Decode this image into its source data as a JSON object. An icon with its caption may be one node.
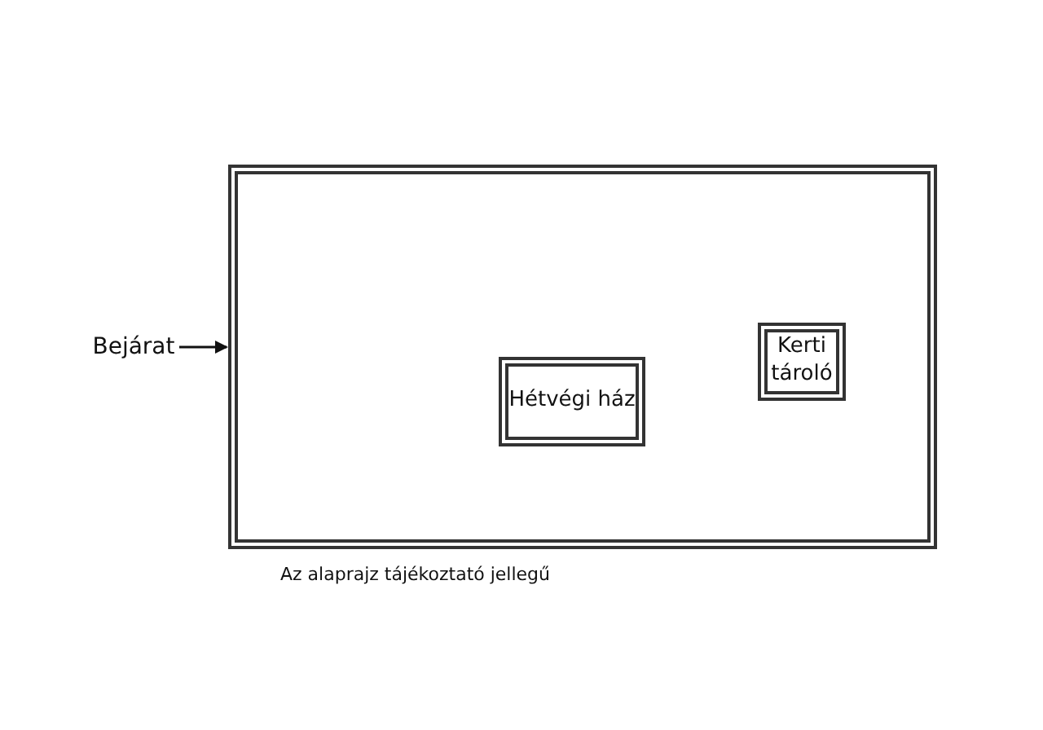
{
  "diagram": {
    "caption": "Az alaprajz tájékoztató jellegű",
    "nodes": [
      {
        "text": [],
        "shape": "box"
      },
      {
        "text": [
          "Hétvégi ház"
        ],
        "in": 0
      },
      {
        "text": [
          "Kerti tároló"
        ],
        "in": 0
      },
      {
        "text": [
          "Bejárat"
        ]
      }
    ],
    "edges": [
      {
        "from": 3,
        "to": 0,
        "arrow": "to"
      }
    ]
  }
}
